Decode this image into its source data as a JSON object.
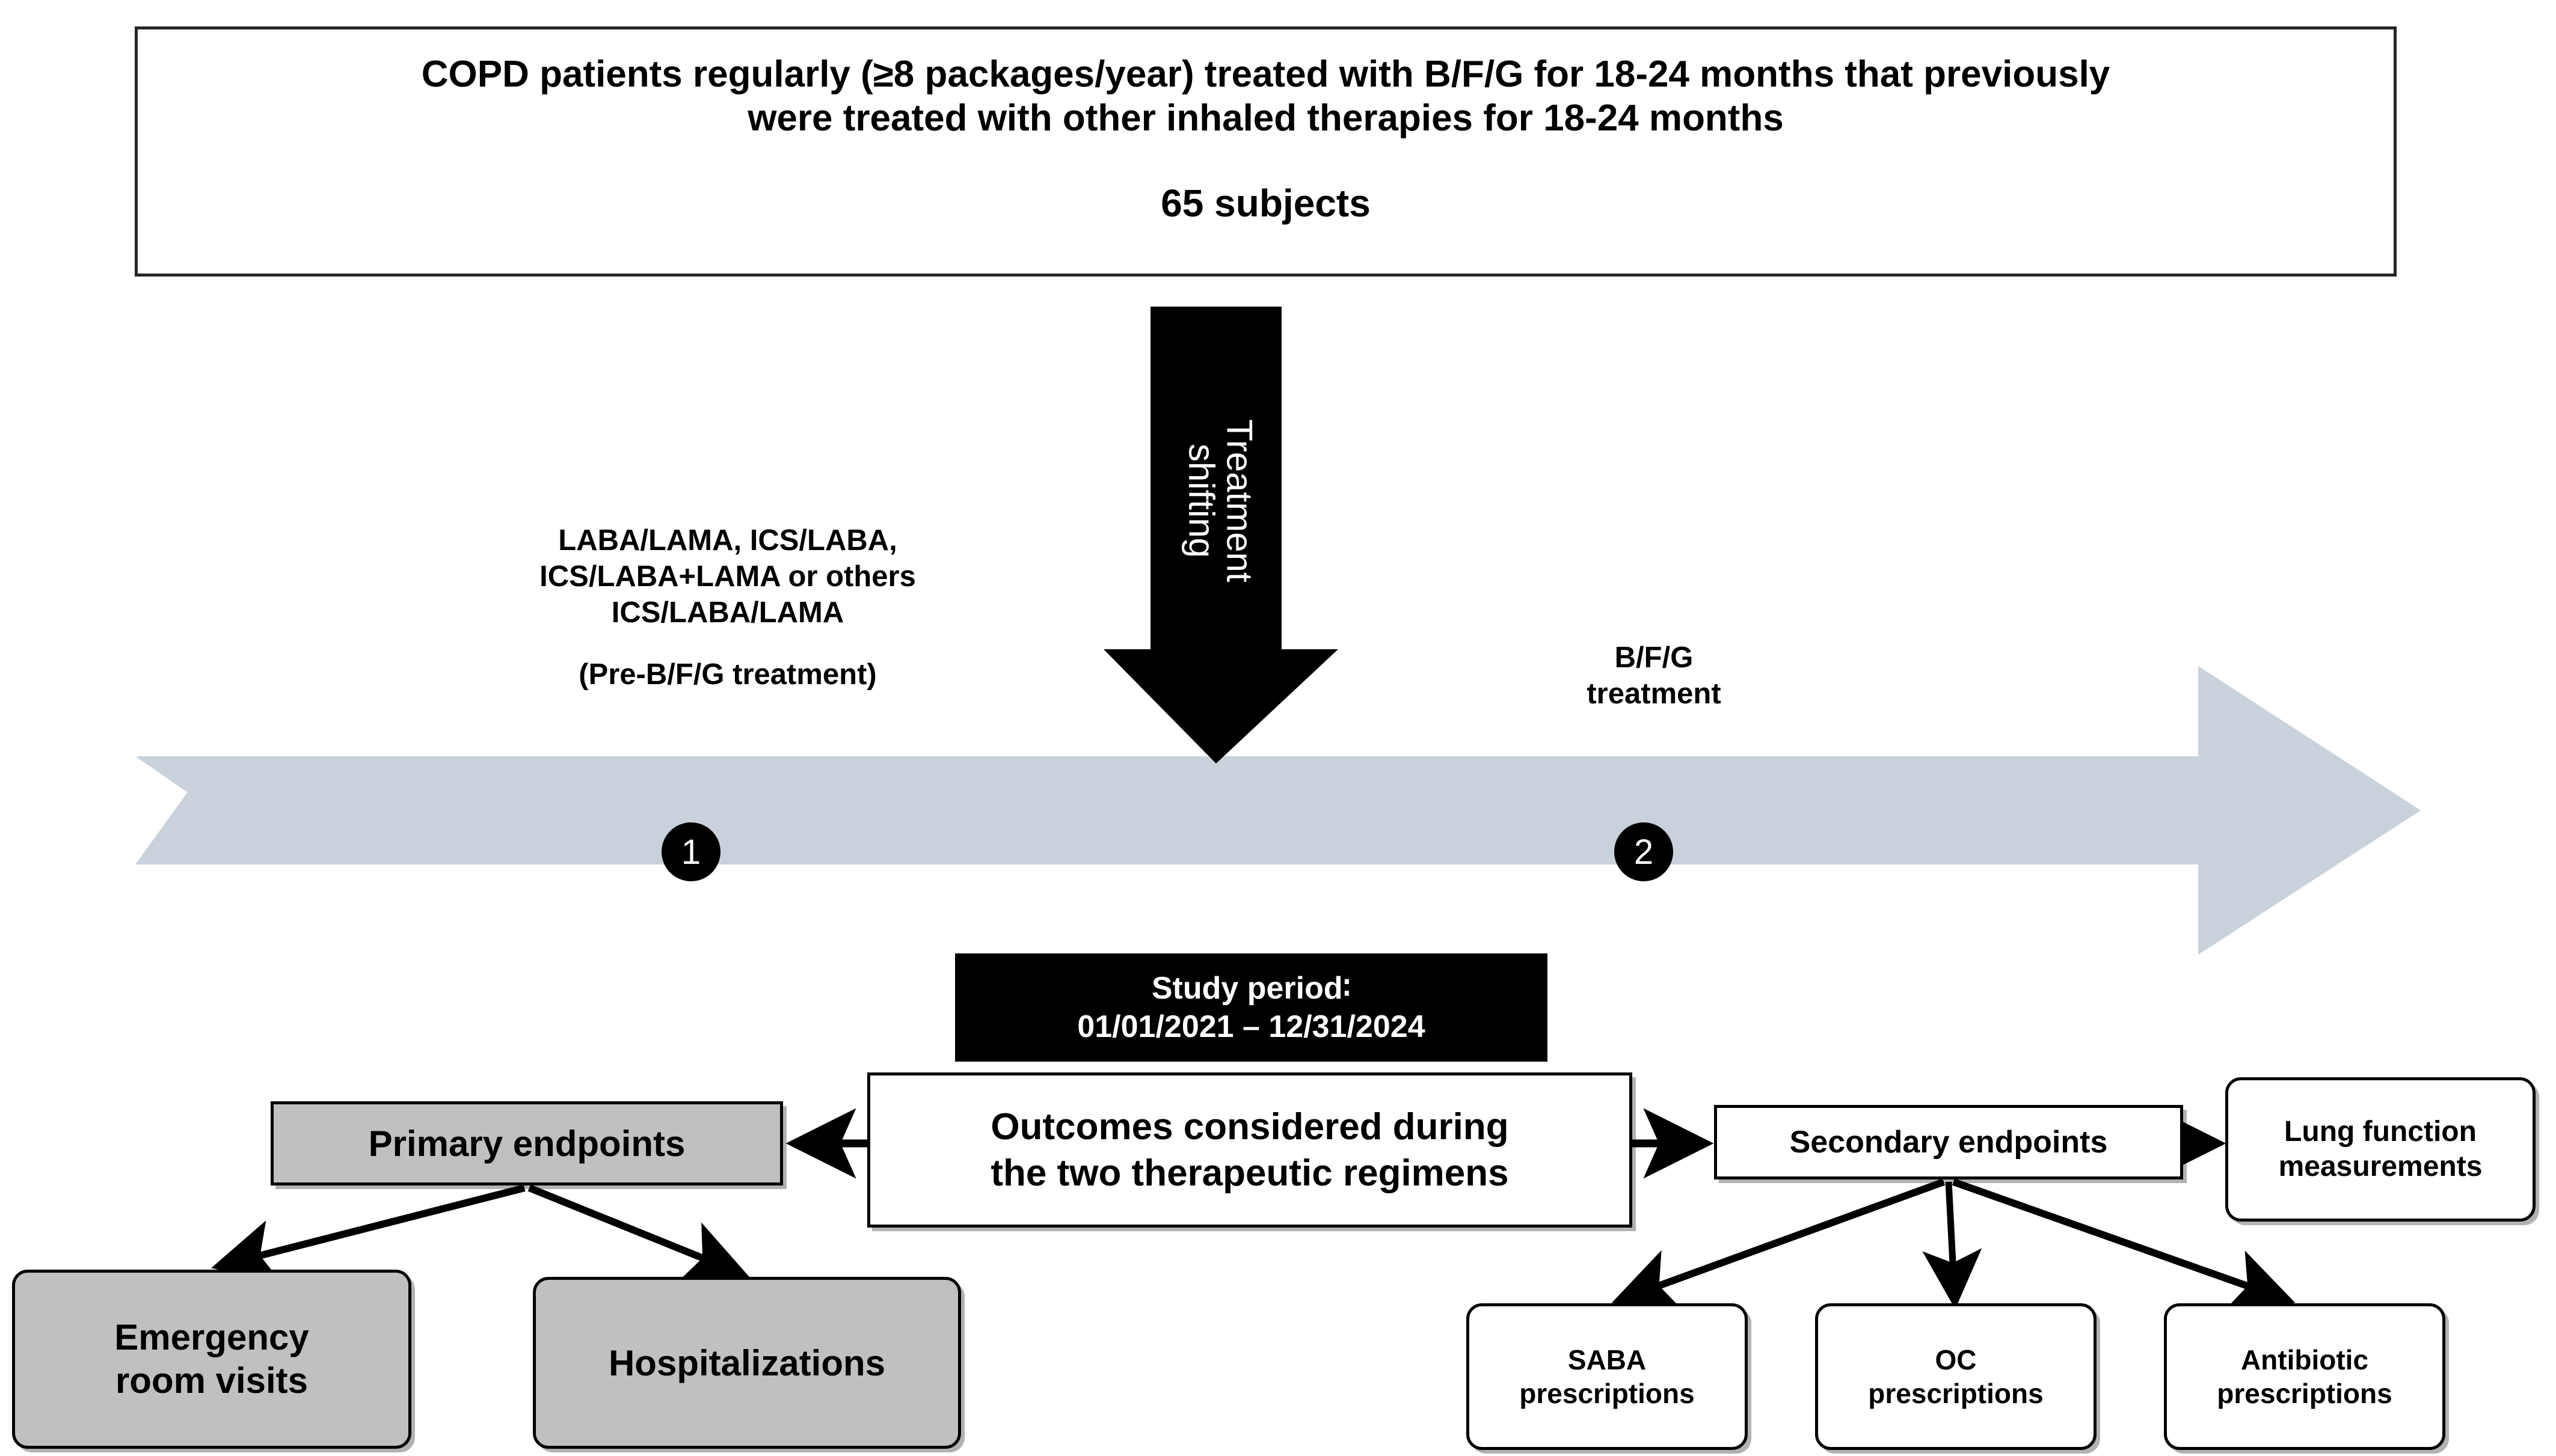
{
  "cohort": {
    "line1": "COPD patients regularly (≥8 packages/year) treated with B/F/G for 18-24 months that previously",
    "line2": "were treated with other inhaled therapies for 18-24 months",
    "subjects": "65 subjects"
  },
  "shift_arrow": {
    "label_line1": "Treatment",
    "label_line2": "shifting"
  },
  "timeline": {
    "stage1_number": "1",
    "stage2_number": "2",
    "pre_treatment": {
      "line1": "LABA/LAMA, ICS/LABA,",
      "line2": "ICS/LABA+LAMA or others",
      "line3": "ICS/LABA/LAMA",
      "note": "(Pre-B/F/G treatment)"
    },
    "post_treatment": {
      "line1": "B/F/G",
      "line2": "treatment"
    },
    "band_color": "#c9d2da"
  },
  "study_period": {
    "label": "Study period∶",
    "range": "01/01/2021  –  12/31/2024"
  },
  "outcomes": {
    "line1": "Outcomes considered during",
    "line2": "the two therapeutic regimens"
  },
  "primary": {
    "title": "Primary endpoints",
    "children": [
      {
        "line1": "Emergency",
        "line2": "room visits"
      },
      {
        "line1": "Hospitalizations",
        "line2": ""
      }
    ]
  },
  "secondary": {
    "title": "Secondary endpoints",
    "children": [
      {
        "line1": "SABA",
        "line2": "prescriptions"
      },
      {
        "line1": "OC",
        "line2": "prescriptions"
      },
      {
        "line1": "Antibiotic",
        "line2": "prescriptions"
      }
    ],
    "sibling": {
      "line1": "Lung function",
      "line2": "measurements"
    }
  },
  "colors": {
    "grey_box_fill": "#c0c0c0",
    "band_fill": "#c9d2da",
    "black": "#000000"
  }
}
